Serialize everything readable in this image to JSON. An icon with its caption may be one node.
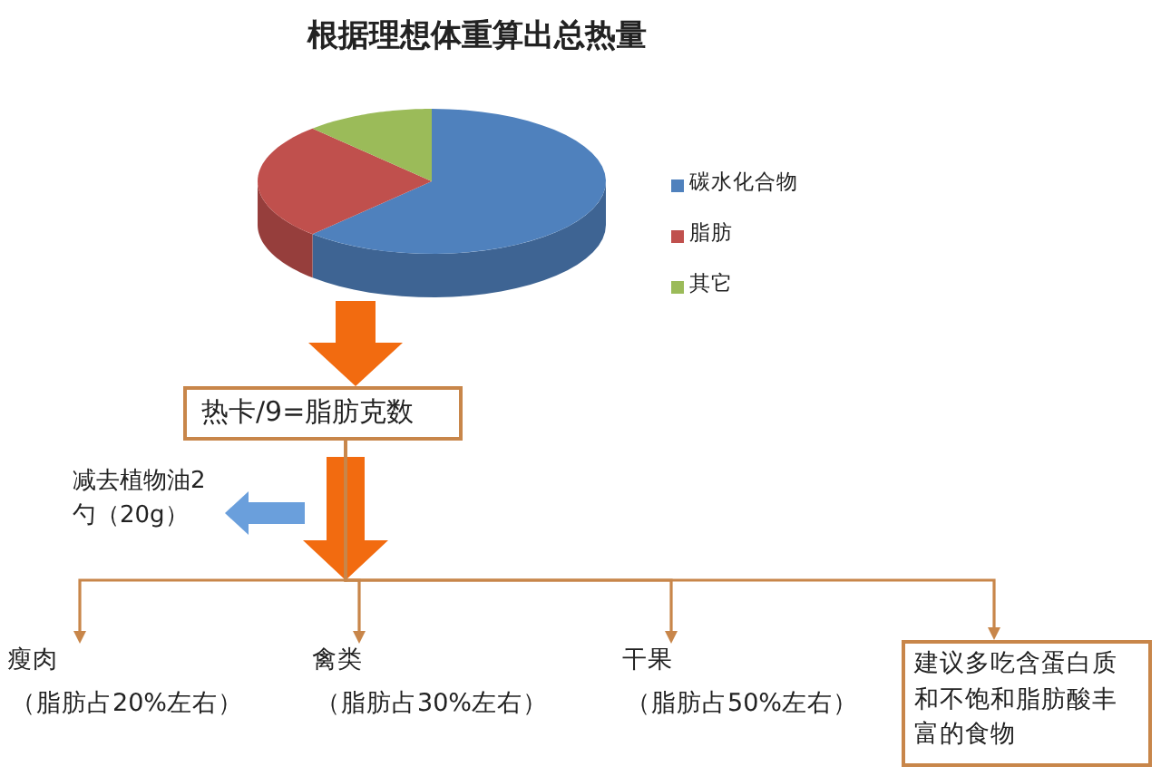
{
  "diagram": {
    "title": "根据理想体重算出总热量",
    "nodes": [
      {
        "text": [],
        "shape": "picture"
      },
      {
        "text": [
          "热卡/9=脂肪克数"
        ]
      },
      {
        "text": [
          "减去植物油2勺（20g）"
        ]
      },
      {
        "text": [
          "瘦肉",
          "（脂肪占20%左右）"
        ]
      },
      {
        "text": [
          "禽类",
          "（脂肪占30%左右）"
        ]
      },
      {
        "text": [
          "干果",
          "（脂肪占50%左右）"
        ]
      },
      {
        "text": [
          "建议多吃含蛋白质和不饱和脂肪酸丰富的食物"
        ]
      }
    ],
    "edges": [
      {
        "from": 0,
        "to": 1,
        "arrow": "to",
        "style": "thick",
        "color": "#f26b10"
      },
      {
        "from": null,
        "to": 2,
        "arrow": "to",
        "style": "thick",
        "color": "#6a9fdc"
      },
      {
        "from": 1,
        "to": 3,
        "arrow": "to"
      },
      {
        "from": 1,
        "to": 4,
        "arrow": "to"
      },
      {
        "from": 1,
        "to": 5,
        "arrow": "to"
      },
      {
        "from": 1,
        "to": 6,
        "arrow": "to"
      }
    ],
    "legend": [
      {
        "text": "碳水化合物",
        "color": "#4f81bd"
      },
      {
        "text": "脂肪",
        "color": "#c0504d"
      },
      {
        "text": "其它",
        "color": "#9bbb59"
      }
    ]
  }
}
